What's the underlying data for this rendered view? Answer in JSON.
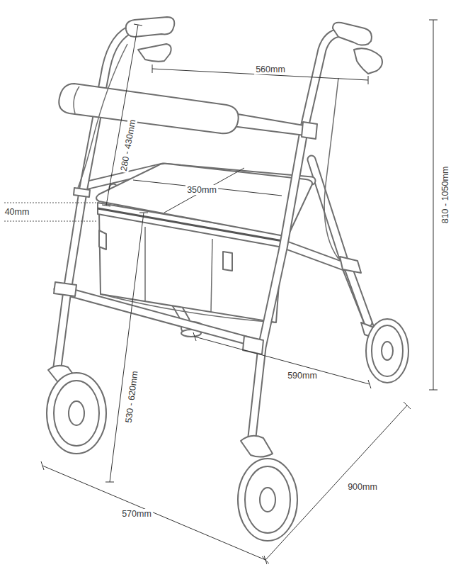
{
  "diagram": {
    "labels": [
      "560mm",
      "280 - 430mm",
      "810 - 1050mm",
      "350mm",
      "40mm",
      "530 - 620mm",
      "590mm",
      "900mm",
      "570mm"
    ]
  }
}
